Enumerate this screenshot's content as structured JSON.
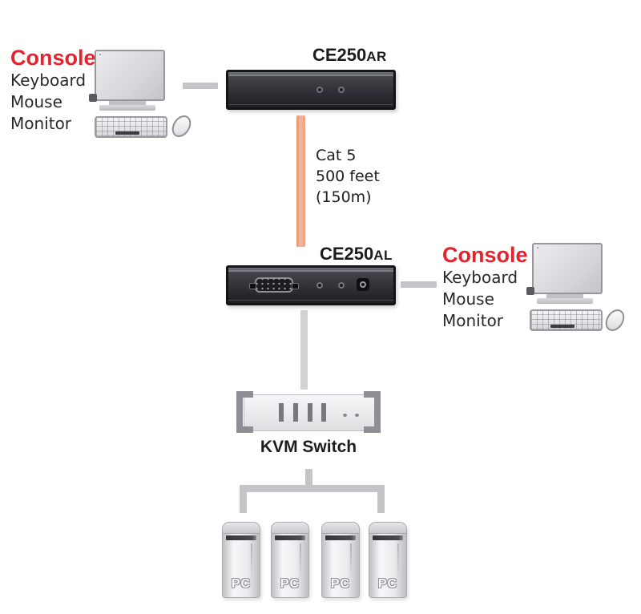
{
  "consoles": {
    "left": {
      "title": "Console",
      "lines": [
        "Keyboard",
        "Mouse",
        "Monitor"
      ]
    },
    "right": {
      "title": "Console",
      "lines": [
        "Keyboard",
        "Mouse",
        "Monitor"
      ]
    }
  },
  "devices": {
    "remote_extender": {
      "model": "CE250",
      "suffix": "AR"
    },
    "local_extender": {
      "model": "CE250",
      "suffix": "AL"
    },
    "kvm_switch": {
      "label": "KVM Switch"
    }
  },
  "cable": {
    "lines": [
      "Cat 5",
      "500 feet",
      "(150m)"
    ]
  },
  "computers": [
    {
      "label": "PC"
    },
    {
      "label": "PC"
    },
    {
      "label": "PC"
    },
    {
      "label": "PC"
    }
  ],
  "colors": {
    "accent_red": "#e3242f",
    "cat5_cable_orange": "#f0a383",
    "connector_gray": "#c5c5c9",
    "device_black": "#2b2b2f",
    "kvm_bracket_gray": "#8e8e94"
  }
}
